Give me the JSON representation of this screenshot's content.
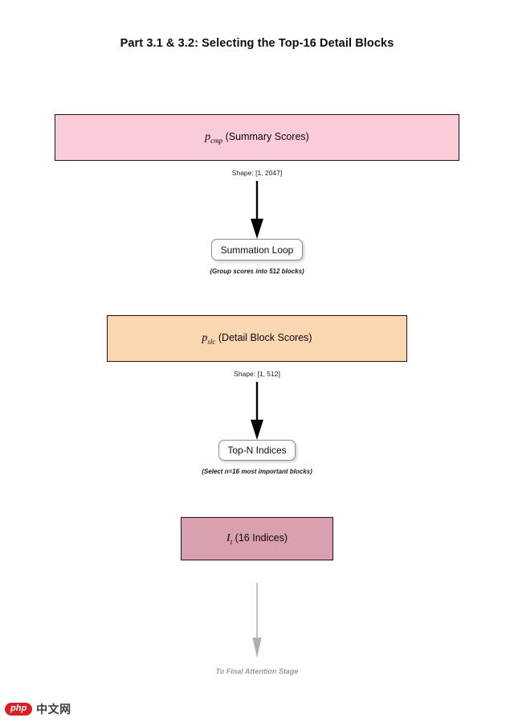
{
  "title": "Part 3.1 & 3.2: Selecting the Top-16 Detail Blocks",
  "blocks": {
    "pcmp": {
      "symbol": "p",
      "subscript": "cmp",
      "suffix": " (Summary Scores)",
      "color": "#f9ccd8"
    },
    "pslc": {
      "symbol": "p",
      "subscript": "slc",
      "suffix": " (Detail Block Scores)",
      "color": "#fbd7b1"
    },
    "it": {
      "symbol": "I",
      "subscript": "t",
      "suffix": " (16 Indices)",
      "color": "#d9a0ae"
    }
  },
  "nodes": {
    "summation": "Summation Loop",
    "topn": "Top-N Indices"
  },
  "captions": {
    "shape1": "Shape: [1, 2047]",
    "group": "(Group scores into 512 blocks)",
    "shape2": "Shape: [1, 512]",
    "select": "(Select n=16 most important blocks)",
    "final": "To Final Attention Stage"
  },
  "watermark": {
    "badge": "php",
    "text": "中文网"
  },
  "colors": {
    "arrow_dark": "#000000",
    "arrow_muted": "#b0b0b0",
    "border_dark": "#241216",
    "node_border": "#8e8e8e",
    "watermark_red": "#d81f26"
  }
}
